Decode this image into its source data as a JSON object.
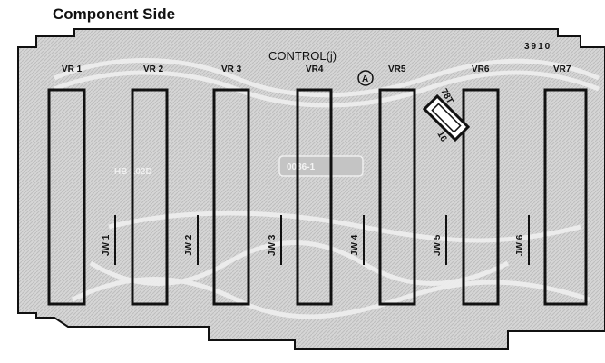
{
  "title": "Component Side",
  "board_label": "CONTROL(j)",
  "board_number": "3910",
  "marker": "A",
  "component_top_label": "78T",
  "component_bottom_label": "16",
  "silkscreen_left": "HB-102D",
  "silkscreen_center": "0086-1",
  "potentiometers": [
    "VR 1",
    "VR 2",
    "VR 3",
    "VR4",
    "VR5",
    "VR6",
    "VR7"
  ],
  "jumpers": [
    "JW 1",
    "JW 2",
    "JW 3",
    "JW 4",
    "JW 5",
    "JW 6"
  ],
  "colors": {
    "board_fill": "#d4d4d4",
    "trace": "#b3b3b3",
    "ink": "#111111"
  }
}
